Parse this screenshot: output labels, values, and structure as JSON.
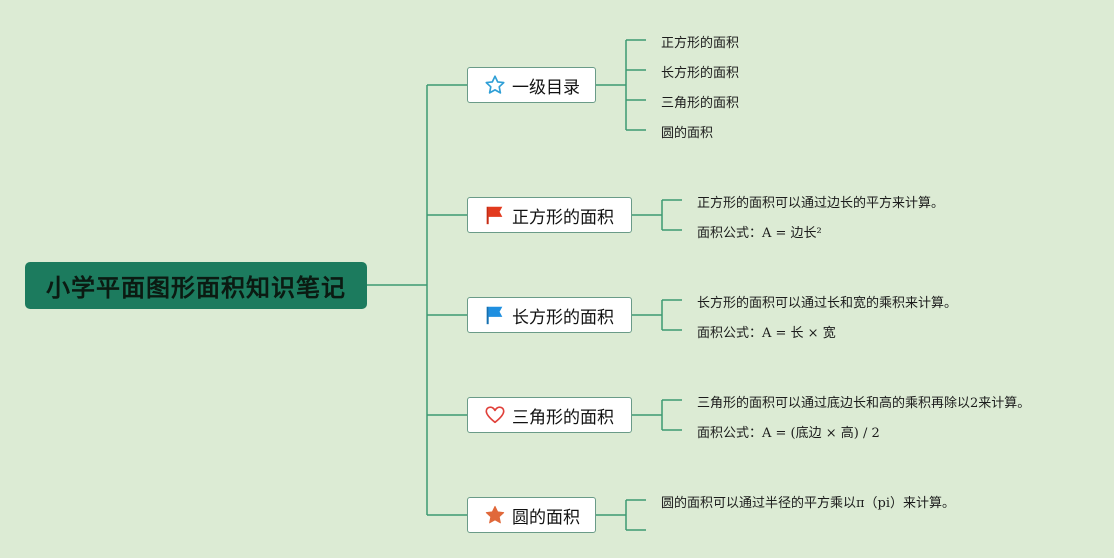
{
  "root": {
    "title": "小学平面图形面积知识笔记"
  },
  "branches": [
    {
      "label": "一级目录",
      "icon": "star-outline-icon",
      "color": "#2f9fd6",
      "children": [
        "正方形的面积",
        "长方形的面积",
        "三角形的面积",
        "圆的面积"
      ]
    },
    {
      "label": "正方形的面积",
      "icon": "red-flag-icon",
      "color": "#e23a1e",
      "children": [
        "正方形的面积可以通过边长的平方来计算。",
        "面积公式：A = 边长²"
      ]
    },
    {
      "label": "长方形的面积",
      "icon": "blue-flag-icon",
      "color": "#1f8fe0",
      "children": [
        "长方形的面积可以通过长和宽的乘积来计算。",
        "面积公式：A = 长 × 宽"
      ]
    },
    {
      "label": "三角形的面积",
      "icon": "heart-outline-icon",
      "color": "#e0403a",
      "children": [
        "三角形的面积可以通过底边长和高的乘积再除以2来计算。",
        "面积公式：A = (底边 × 高) / 2"
      ]
    },
    {
      "label": "圆的面积",
      "icon": "star-filled-icon",
      "color": "#e0683a",
      "children": [
        "圆的面积可以通过半径的平方乘以π（pi）来计算。",
        ""
      ]
    }
  ],
  "colors": {
    "background": "#dcebd4",
    "connector": "#3c9a72",
    "root_fill": "#1c7b5e"
  }
}
